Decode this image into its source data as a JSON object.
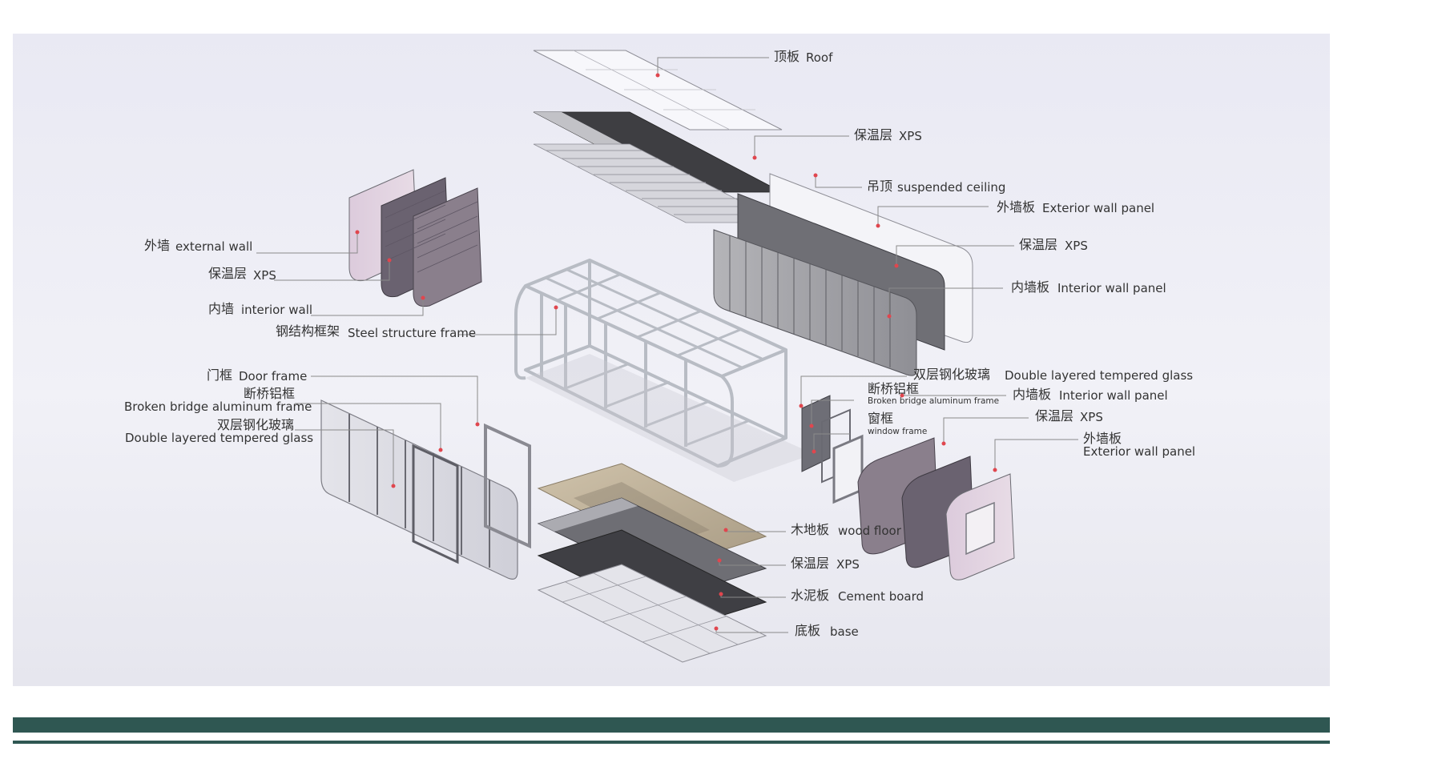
{
  "colors": {
    "accent_bar": "#2f5752",
    "leader_line": "#8a8a8a",
    "marker_dot": "#e0464e",
    "label_text": "#333333",
    "panel_pink": "#d7c7d9",
    "panel_dark": "#4a4a4a",
    "panel_purple": "#8a7f8c",
    "floor_wood": "#c6b9a2",
    "frame_steel": "#c9ccd1"
  },
  "labels": {
    "roof": {
      "zh": "顶板",
      "en": "Roof"
    },
    "roof_xps": {
      "zh": "保温层",
      "en": "XPS"
    },
    "suspended_ceiling": {
      "zh": "吊顶",
      "en": "suspended ceiling"
    },
    "right_exterior_wall_panel": {
      "zh": "外墙板",
      "en": "Exterior wall panel"
    },
    "right_xps": {
      "zh": "保温层",
      "en": "XPS"
    },
    "right_interior_wall_panel": {
      "zh": "内墙板",
      "en": "Interior wall panel"
    },
    "external_wall": {
      "zh": "外墙",
      "en": "external wall"
    },
    "left_xps": {
      "zh": "保温层",
      "en": "XPS"
    },
    "interior_wall": {
      "zh": "内墙",
      "en": "interior wall"
    },
    "steel_frame": {
      "zh": "钢结构框架",
      "en": "Steel structure frame"
    },
    "door_frame": {
      "zh": "门框",
      "en": "Door frame"
    },
    "left_broken_bridge": {
      "zh": "断桥铝框",
      "en": "Broken bridge aluminum frame"
    },
    "left_glass": {
      "zh": "双层钢化玻璃",
      "en": "Double layered tempered glass"
    },
    "end_glass": {
      "zh": "双层钢化玻璃",
      "en": "Double layered tempered glass"
    },
    "end_broken_bridge": {
      "zh": "断桥铝框",
      "en": "Broken bridge aluminum frame"
    },
    "end_interior_wall_panel": {
      "zh": "内墙板",
      "en": "Interior wall panel"
    },
    "window_frame": {
      "zh": "窗框",
      "en": "window frame"
    },
    "end_xps": {
      "zh": "保温层",
      "en": "XPS"
    },
    "end_exterior_wall_panel": {
      "zh": "外墙板",
      "en": "Exterior wall panel"
    },
    "wood_floor": {
      "zh": "木地板",
      "en": "wood floor"
    },
    "floor_xps": {
      "zh": "保温层",
      "en": "XPS"
    },
    "cement_board": {
      "zh": "水泥板",
      "en": "Cement board"
    },
    "base": {
      "zh": "底板",
      "en": "base"
    }
  }
}
